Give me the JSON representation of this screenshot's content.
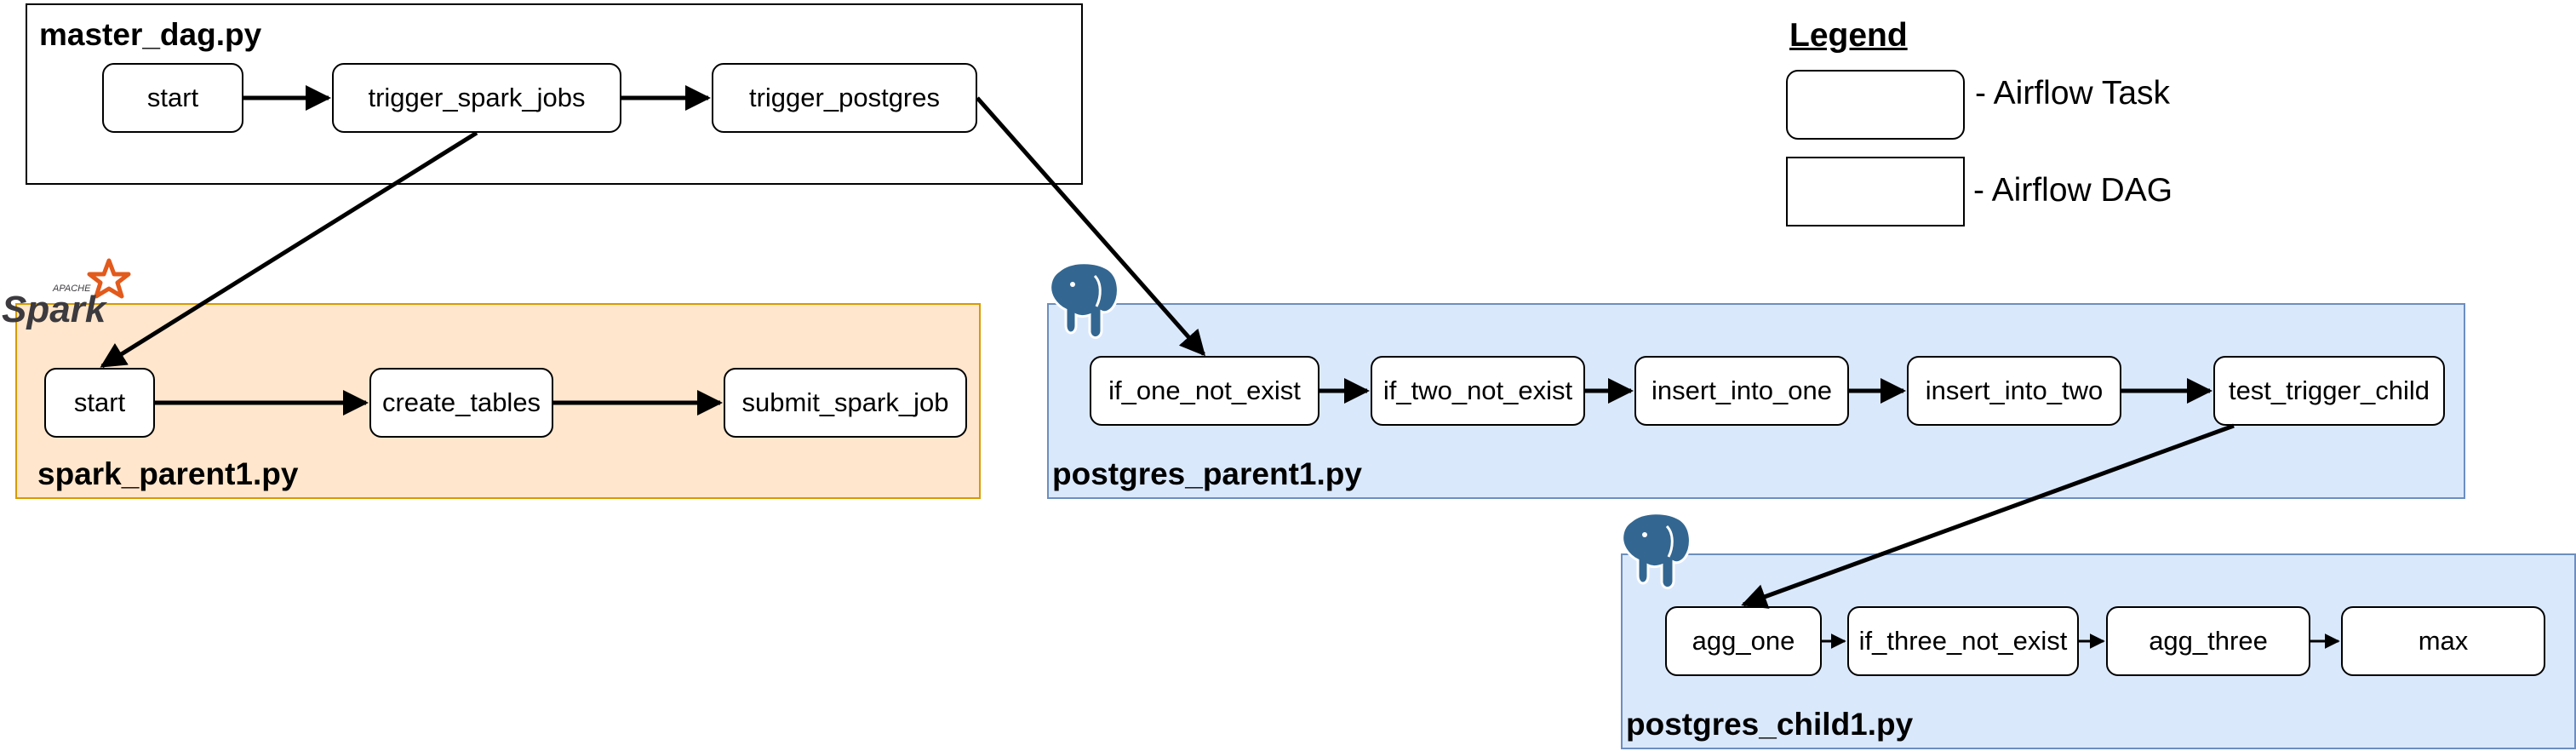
{
  "dags": {
    "master": {
      "title": "master_dag.py",
      "tasks": {
        "start": "start",
        "trigger_spark_jobs": "trigger_spark_jobs",
        "trigger_postgres": "trigger_postgres"
      }
    },
    "spark_parent": {
      "title": "spark_parent1.py",
      "logo_text": "Spark",
      "logo_small": "APACHE",
      "tasks": {
        "start": "start",
        "create_tables": "create_tables",
        "submit_spark_job": "submit_spark_job"
      }
    },
    "postgres_parent": {
      "title": "postgres_parent1.py",
      "tasks": {
        "if_one_not_exist": "if_one_not_exist",
        "if_two_not_exist": "if_two_not_exist",
        "insert_into_one": "insert_into_one",
        "insert_into_two": "insert_into_two",
        "test_trigger_child": "test_trigger_child"
      }
    },
    "postgres_child": {
      "title": "postgres_child1.py",
      "tasks": {
        "agg_one": "agg_one",
        "if_three_not_exist": "if_three_not_exist",
        "agg_three": "agg_three",
        "max": "max"
      }
    }
  },
  "legend": {
    "title": "Legend",
    "task_label": "- Airflow Task",
    "dag_label": "- Airflow DAG"
  },
  "icons": {
    "spark": "apache-spark-logo",
    "postgres": "postgresql-elephant-logo"
  },
  "colors": {
    "spark_fill": "#ffe6cc",
    "spark_border": "#d79b00",
    "pg_fill": "#dae8fc",
    "pg_border": "#6c8ebf",
    "pg_elephant": "#336791",
    "spark_star": "#e25a1c"
  }
}
